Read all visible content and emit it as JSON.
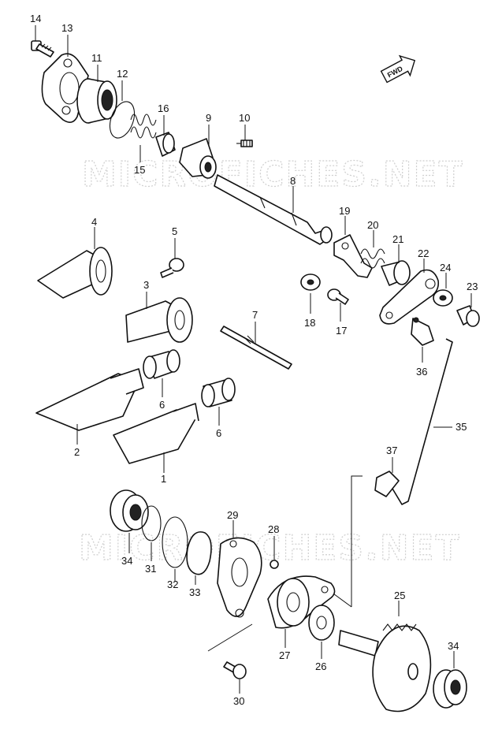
{
  "watermarks": [
    "MICROFICHES.NET",
    "MICROFICHES.NET"
  ],
  "fwd_label": "FWD",
  "callouts": [
    {
      "id": "p14",
      "label": "14"
    },
    {
      "id": "p13",
      "label": "13"
    },
    {
      "id": "p11",
      "label": "11"
    },
    {
      "id": "p12",
      "label": "12"
    },
    {
      "id": "p16",
      "label": "16"
    },
    {
      "id": "p15",
      "label": "15"
    },
    {
      "id": "p9",
      "label": "9"
    },
    {
      "id": "p10",
      "label": "10"
    },
    {
      "id": "p8",
      "label": "8"
    },
    {
      "id": "p4",
      "label": "4"
    },
    {
      "id": "p5",
      "label": "5"
    },
    {
      "id": "p3",
      "label": "3"
    },
    {
      "id": "p7",
      "label": "7"
    },
    {
      "id": "p19",
      "label": "19"
    },
    {
      "id": "p20",
      "label": "20"
    },
    {
      "id": "p21",
      "label": "21"
    },
    {
      "id": "p22",
      "label": "22"
    },
    {
      "id": "p24",
      "label": "24"
    },
    {
      "id": "p23",
      "label": "23"
    },
    {
      "id": "p18",
      "label": "18"
    },
    {
      "id": "p17",
      "label": "17"
    },
    {
      "id": "p36",
      "label": "36"
    },
    {
      "id": "p6a",
      "label": "6"
    },
    {
      "id": "p6b",
      "label": "6"
    },
    {
      "id": "p2",
      "label": "2"
    },
    {
      "id": "p1",
      "label": "1"
    },
    {
      "id": "p35",
      "label": "35"
    },
    {
      "id": "p37",
      "label": "37"
    },
    {
      "id": "p29",
      "label": "29"
    },
    {
      "id": "p28",
      "label": "28"
    },
    {
      "id": "p34a",
      "label": "34"
    },
    {
      "id": "p31",
      "label": "31"
    },
    {
      "id": "p32",
      "label": "32"
    },
    {
      "id": "p33",
      "label": "33"
    },
    {
      "id": "p25",
      "label": "25"
    },
    {
      "id": "p27",
      "label": "27"
    },
    {
      "id": "p26",
      "label": "26"
    },
    {
      "id": "p34b",
      "label": "34"
    },
    {
      "id": "p30",
      "label": "30"
    }
  ]
}
